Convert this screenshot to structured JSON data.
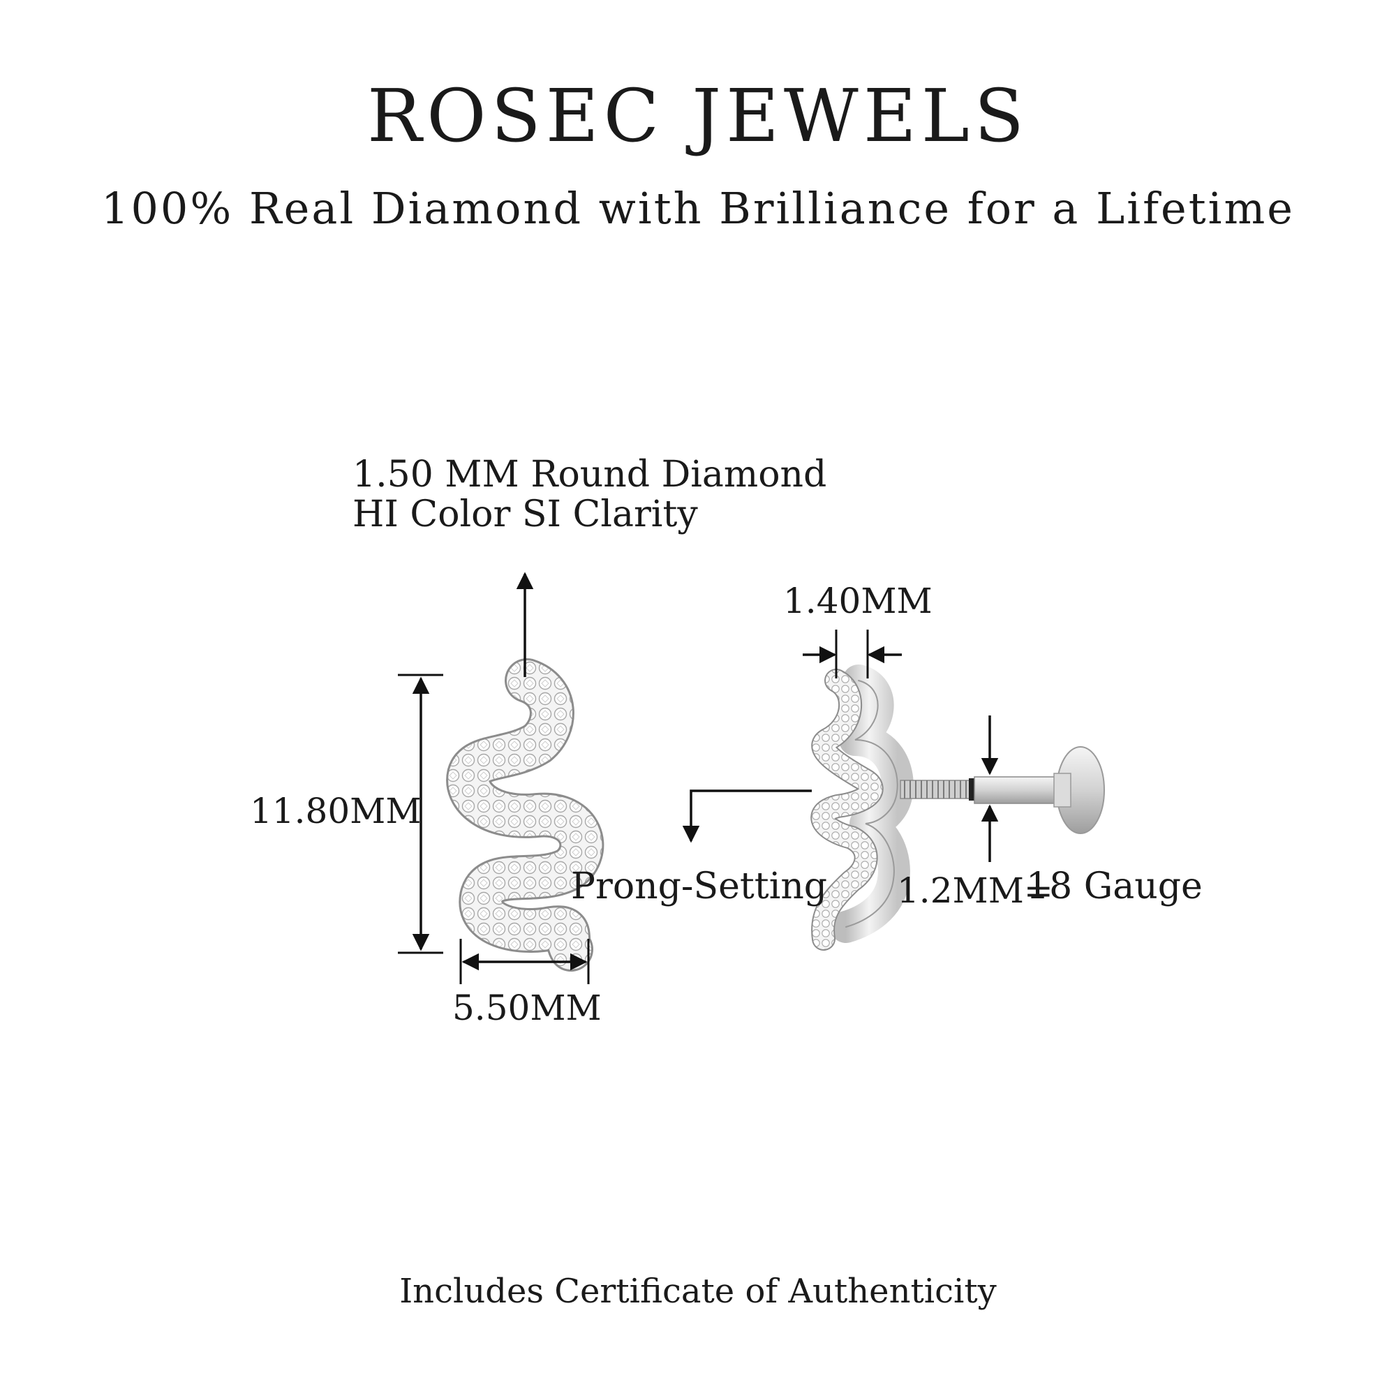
{
  "header": {
    "brand": "ROSEC JEWELS",
    "tagline": "100% Real Diamond with Brilliance for a Lifetime"
  },
  "annotations": {
    "stone_size": "1.50 MM Round Diamond",
    "stone_quality": "HI Color SI Clarity",
    "length": "11.80MM",
    "width": "5.50MM",
    "thickness": "1.40MM",
    "setting": "Prong-Setting",
    "pin_diameter": "1.2MM=",
    "gauge": "18 Gauge"
  },
  "footer": {
    "certificate": "Includes Certificate of Authenticity"
  },
  "colors": {
    "ink": "#1a1a1a",
    "metal": "#e6e6e6",
    "metal_edge": "#9a9a9a"
  }
}
